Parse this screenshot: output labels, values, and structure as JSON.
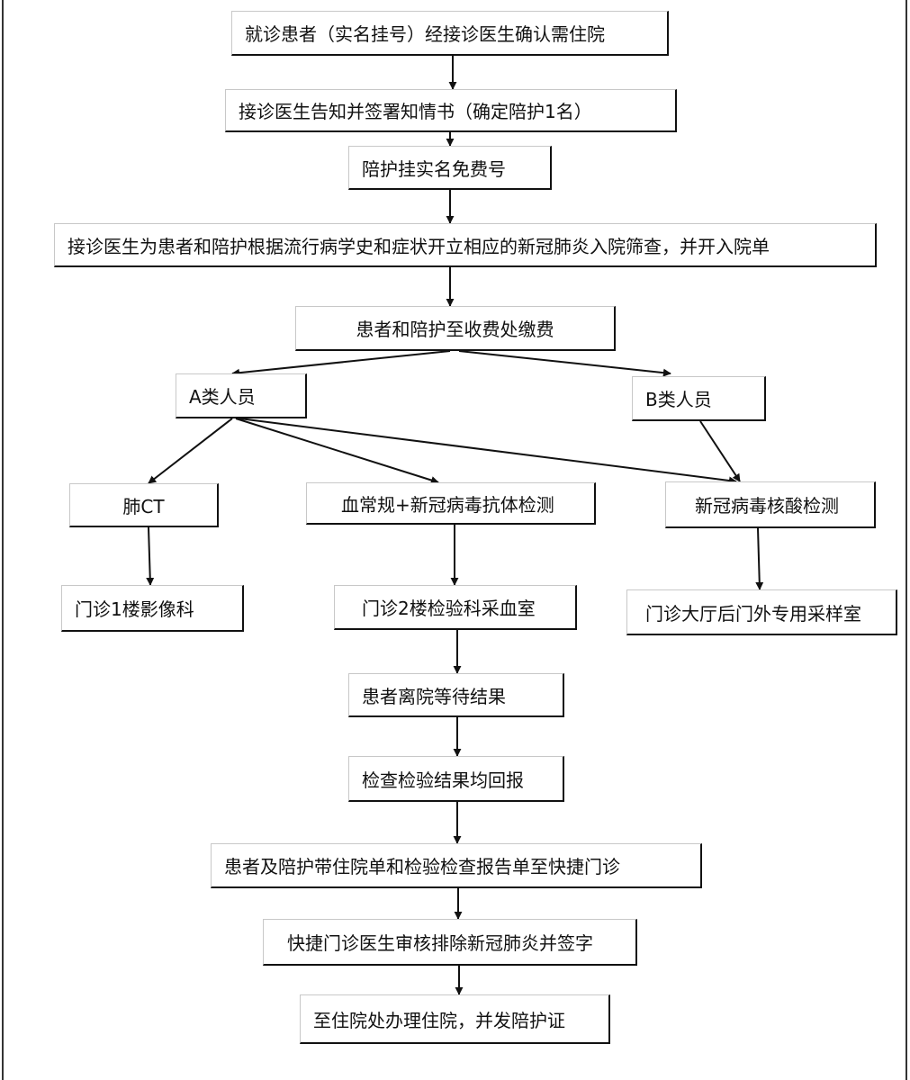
{
  "nodes": {
    "admission_confirm": "就诊患者（实名挂号）经接诊医生确认需住院",
    "informed_consent": "接诊医生告知并签署知情书（确定陪护1名）",
    "companion_register": "陪护挂实名免费号",
    "screening_orders": "接诊医生为患者和陪护根据流行病学史和症状开立相应的新冠肺炎入院筛查，并开入院单",
    "payment": "患者和陪护至收费处缴费",
    "class_a": "A类人员",
    "class_b": "B类人员",
    "lung_ct": "肺CT",
    "blood_antibody": "血常规+新冠病毒抗体检测",
    "nucleic_acid": "新冠病毒核酸检测",
    "imaging_dept": "门诊1楼影像科",
    "lab_blood_room": "门诊2楼检验科采血室",
    "sampling_room": "门诊大厅后门外专用采样室",
    "wait_results": "患者离院等待结果",
    "results_reported": "检查检验结果均回报",
    "to_fast_clinic": "患者及陪护带住院单和检验检查报告单至快捷门诊",
    "doctor_review": "快捷门诊医生审核排除新冠肺炎并签字",
    "admission_done": "至住院处办理住院，并发陪护证"
  },
  "colors": {
    "line": "#111111",
    "text": "#111111",
    "background": "#ffffff"
  }
}
